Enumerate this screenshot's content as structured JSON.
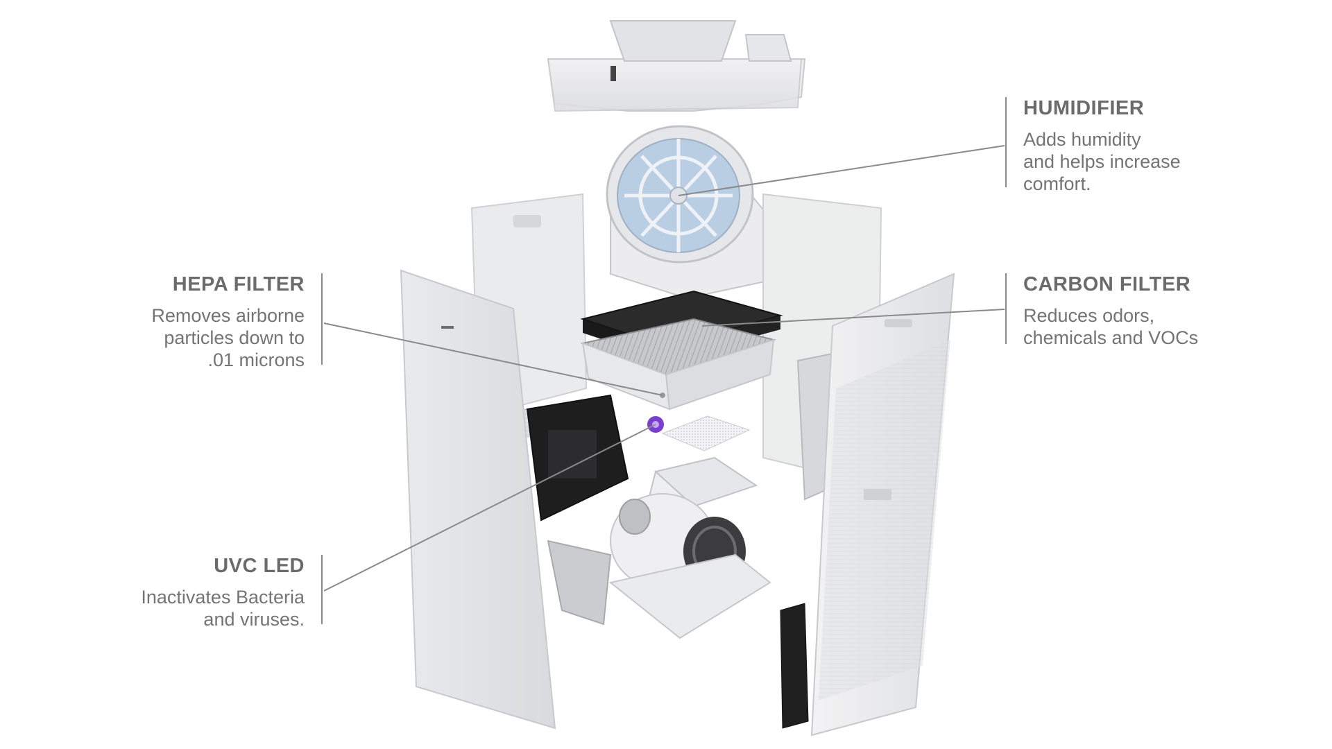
{
  "callouts": {
    "humidifier": {
      "title": "HUMIDIFIER",
      "body": "Adds humidity\nand helps increase\ncomfort."
    },
    "hepa": {
      "title": "HEPA FILTER",
      "body": "Removes airborne\nparticles down to\n.01 microns"
    },
    "carbon": {
      "title": "CARBON FILTER",
      "body": "Reduces odors,\nchemicals and VOCs"
    },
    "uvc": {
      "title": "UVC LED",
      "body": "Inactivates Bacteria\nand viruses."
    }
  },
  "colors": {
    "label_text": "#6f6f6f",
    "leader_line": "#8a8a8a",
    "carbon_filter": "#2b2b2b",
    "humidifier_wheel": "#b9cde3",
    "uvc_led": "#7b3fd0"
  }
}
